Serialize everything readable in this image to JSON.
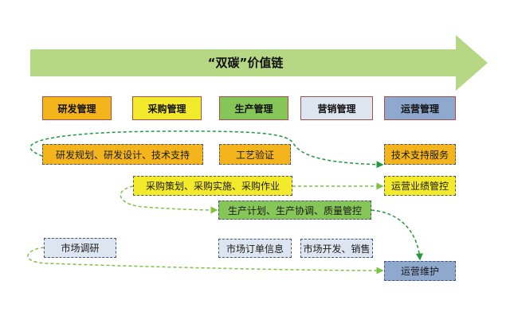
{
  "banner": {
    "title": "“双碳”价值链",
    "color": "#b6d885"
  },
  "headers": [
    {
      "label": "研发管理",
      "color": "#f3b51b"
    },
    {
      "label": "采购管理",
      "color": "#f4ea2c"
    },
    {
      "label": "生产管理",
      "color": "#86c557"
    },
    {
      "label": "营销管理",
      "color": "#dde6f0"
    },
    {
      "label": "运营管理",
      "color": "#8ea9cd"
    }
  ],
  "items": {
    "rd_planning": "研发规划、研发设计、技术支持",
    "process_validation": "工艺验证",
    "tech_support_service": "技术支持服务",
    "procurement": "采购策划、采购实施、采购作业",
    "ops_performance": "运营业绩管控",
    "production": "生产计划、生产协调、质量管控",
    "market_research": "市场调研",
    "market_orders": "市场订单信息",
    "market_sales": "市场开发、销售",
    "ops_maintenance": "运营维护"
  },
  "link_colors": {
    "dark_green": "#1e9a3c",
    "light_green": "#7ec242"
  }
}
